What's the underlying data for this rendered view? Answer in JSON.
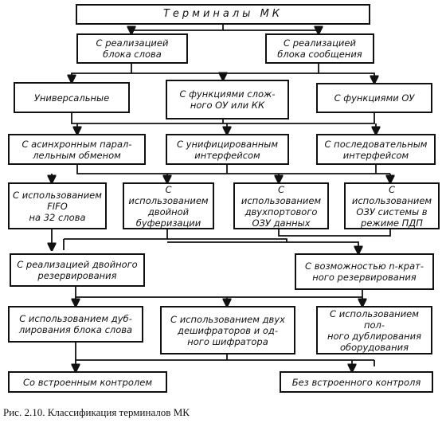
{
  "title": "Терминалы МК",
  "nodes": {
    "root": "Терминалы МК",
    "word_block": "С реализацией\nблока слова",
    "message_block": "С реализацией\nблока сообщения",
    "universal": "Универсальные",
    "complex_ou": "С функциями слож-\nного ОУ или КК",
    "ou_functions": "С функциями ОУ",
    "async_parallel": "С асинхронным парал-\nлельным обменом",
    "unified_iface": "С унифицированным\nинтерфейсом",
    "serial_iface": "С последовательным\nинтерфейсом",
    "fifo": "С использованием\nFIFO\nна 32 слова",
    "double_buffer": "С использованием\nдвойной\nбуферизации",
    "dual_port": "С использованием\nдвухпортового\nОЗУ данных",
    "dma": "С использованием\nОЗУ системы в\nрежиме ПДП",
    "double_redundancy": "С реализацией двойного\nрезервирования",
    "n_redundancy": "С возможностью n-крат-\nного резервирования",
    "dup_word_block": "С использованием дуб-\nлирования блока слова",
    "two_decoders": "С использованием двух\nдешифраторов и од-\nного шифратора",
    "full_dup": "С использованием пол-\nного дублирования\nоборудования",
    "with_control": "Со встроенным контролем",
    "without_control": "Без встроенного контроля"
  },
  "caption": "Рис. 2.10. Классификация терминалов МК"
}
